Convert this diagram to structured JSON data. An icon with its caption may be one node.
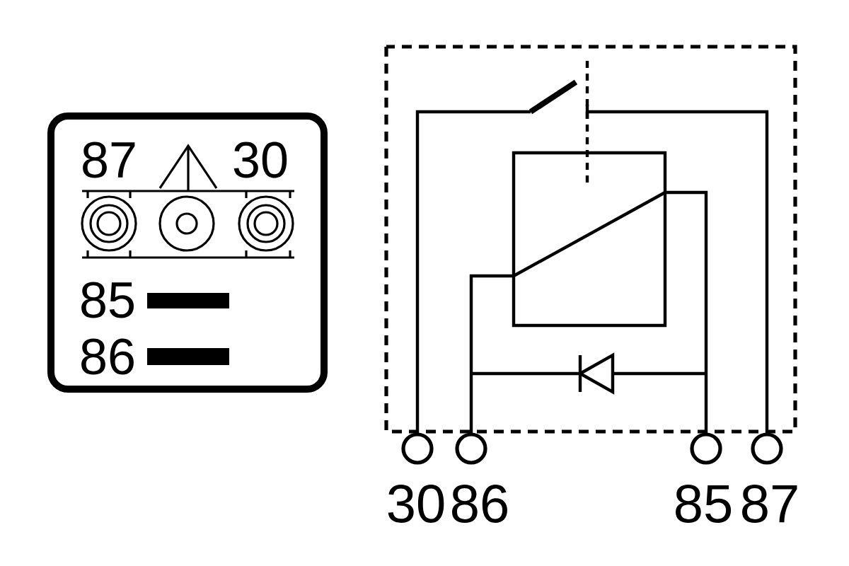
{
  "diagram": {
    "labels": [
      "87",
      "30",
      "85",
      "86",
      "30",
      "86",
      "85",
      "87"
    ]
  }
}
